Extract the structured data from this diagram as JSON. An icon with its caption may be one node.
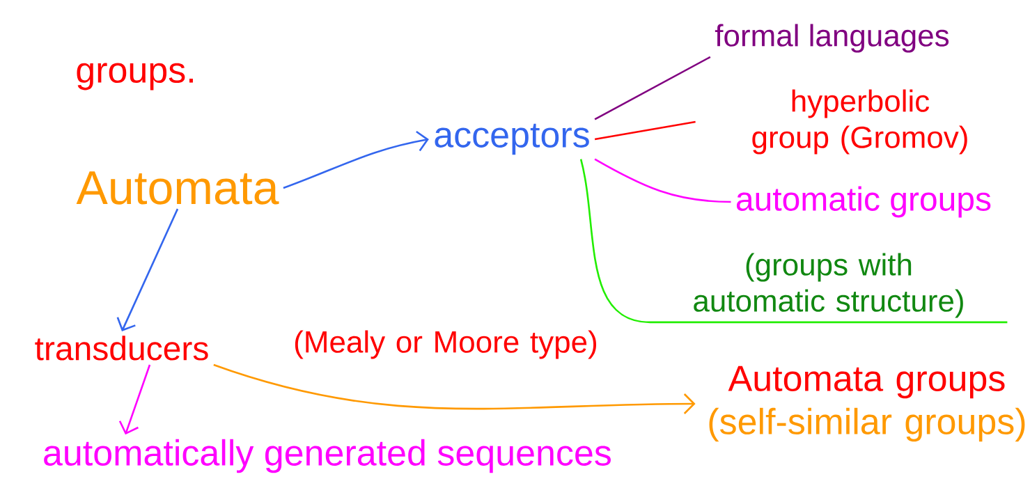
{
  "diagram": {
    "nodes": [
      {
        "text": [
          "Automata"
        ]
      },
      {
        "text": [
          "acceptors"
        ]
      },
      {
        "text": [
          "transducers"
        ],
        "beside": [
          "(Mealy or Moore type)"
        ]
      },
      {
        "text": [
          "formal languages"
        ]
      },
      {
        "text": [
          "hyperbolic group (Gromov)"
        ]
      },
      {
        "text": [
          "automatic groups"
        ]
      },
      {
        "text": [
          "(groups with automatic structure)"
        ]
      },
      {
        "text": [
          "Automata groups",
          "(self-similar groups)"
        ]
      },
      {
        "text": [
          "automatically generated sequences"
        ]
      }
    ],
    "edges": [
      {
        "from": 0,
        "to": 1,
        "arrow": "to",
        "color": "#3366ee"
      },
      {
        "from": 0,
        "to": 2,
        "arrow": "to",
        "color": "#3366ee"
      },
      {
        "from": 1,
        "to": 3,
        "arrow": "none",
        "color": "#800080"
      },
      {
        "from": 1,
        "to": 4,
        "arrow": "none",
        "color": "#ff0000"
      },
      {
        "from": 1,
        "to": 5,
        "arrow": "none",
        "color": "#ff00ff"
      },
      {
        "from": 1,
        "to": 6,
        "arrow": "none",
        "color": "#22ee00"
      },
      {
        "from": 2,
        "to": 7,
        "arrow": "to",
        "color": "#ff9900"
      },
      {
        "from": 2,
        "to": 8,
        "arrow": "to",
        "color": "#ff00ff"
      }
    ],
    "labels": [
      "groups."
    ]
  }
}
